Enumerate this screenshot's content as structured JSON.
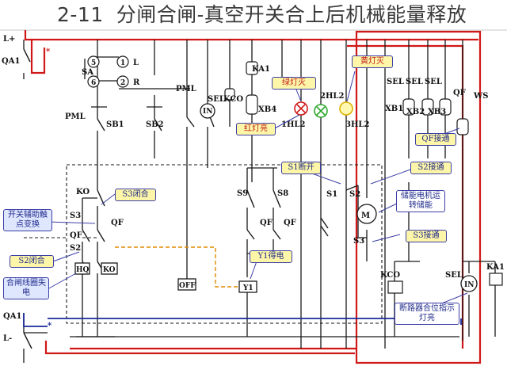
{
  "title": {
    "number": "2-11",
    "text": "分闸合闸-真空开关合上后机械能量释放"
  },
  "rails": {
    "top": "L+",
    "bottom": "L-"
  },
  "labels": {
    "qa1_top": "QA1",
    "qa1_bottom": "QA1",
    "sa": "SA",
    "c5": "5",
    "c1": "1",
    "l": "L",
    "c6": "6",
    "c2": "2",
    "r": "R",
    "pml_left": "PML",
    "pml_right": "PML",
    "sb1": "SB1",
    "sb2": "SB2",
    "sel1": "SEL",
    "in": "IN",
    "kco": "KCO",
    "ka1_top": "KA1",
    "xb4": "XB4",
    "hl1": "1HL2",
    "hl2": "2HL2",
    "hl3": "3HL2",
    "sel_a": "SEL",
    "sel_b": "SEL",
    "sel_c": "SEL",
    "qf_top": "QF",
    "ws": "WS",
    "xb1": "XB1",
    "xb2": "XB2",
    "xb3": "XB3",
    "ko1": "KO",
    "s3_left": "S3",
    "qf_left1": "QF",
    "qf_left2": "QF",
    "s2_left": "S2",
    "hq": "HQ",
    "ko2": "KO",
    "off": "OFF",
    "s9": "S9",
    "s8": "S8",
    "qf_mid1": "QF",
    "qf_mid2": "QF",
    "y1": "Y1",
    "s1": "S1",
    "s2_mid": "S2",
    "motor": "M",
    "s3_mid": "S3",
    "kco_b": "KCO",
    "sel_b2": "SEL",
    "ka1_b": "KA1",
    "in_b": "IN"
  },
  "callouts": {
    "green_off": "绿灯灭",
    "yellow_off": "黄灯灭",
    "red_on": "红灯亮",
    "s1_open": "S1断开",
    "s2_on": "S2接通",
    "s3_close": "S3闭合",
    "aux_switch": "开关辅助触点变换",
    "s2_close": "S2闭合",
    "motor_store": "储能电机运转储能",
    "qf_on": "QF接通",
    "s3_on": "S3接通",
    "y1_energized": "Y1得电",
    "close_coil": "合闸线圈失电",
    "indicator": "断路器合位指示灯亮"
  },
  "colors": {
    "wire": "#1a1a1a",
    "highlight": "#d01818",
    "blue": "#1a2a9a",
    "orange": "#e08a00",
    "green_lamp": "#2aa82a"
  }
}
